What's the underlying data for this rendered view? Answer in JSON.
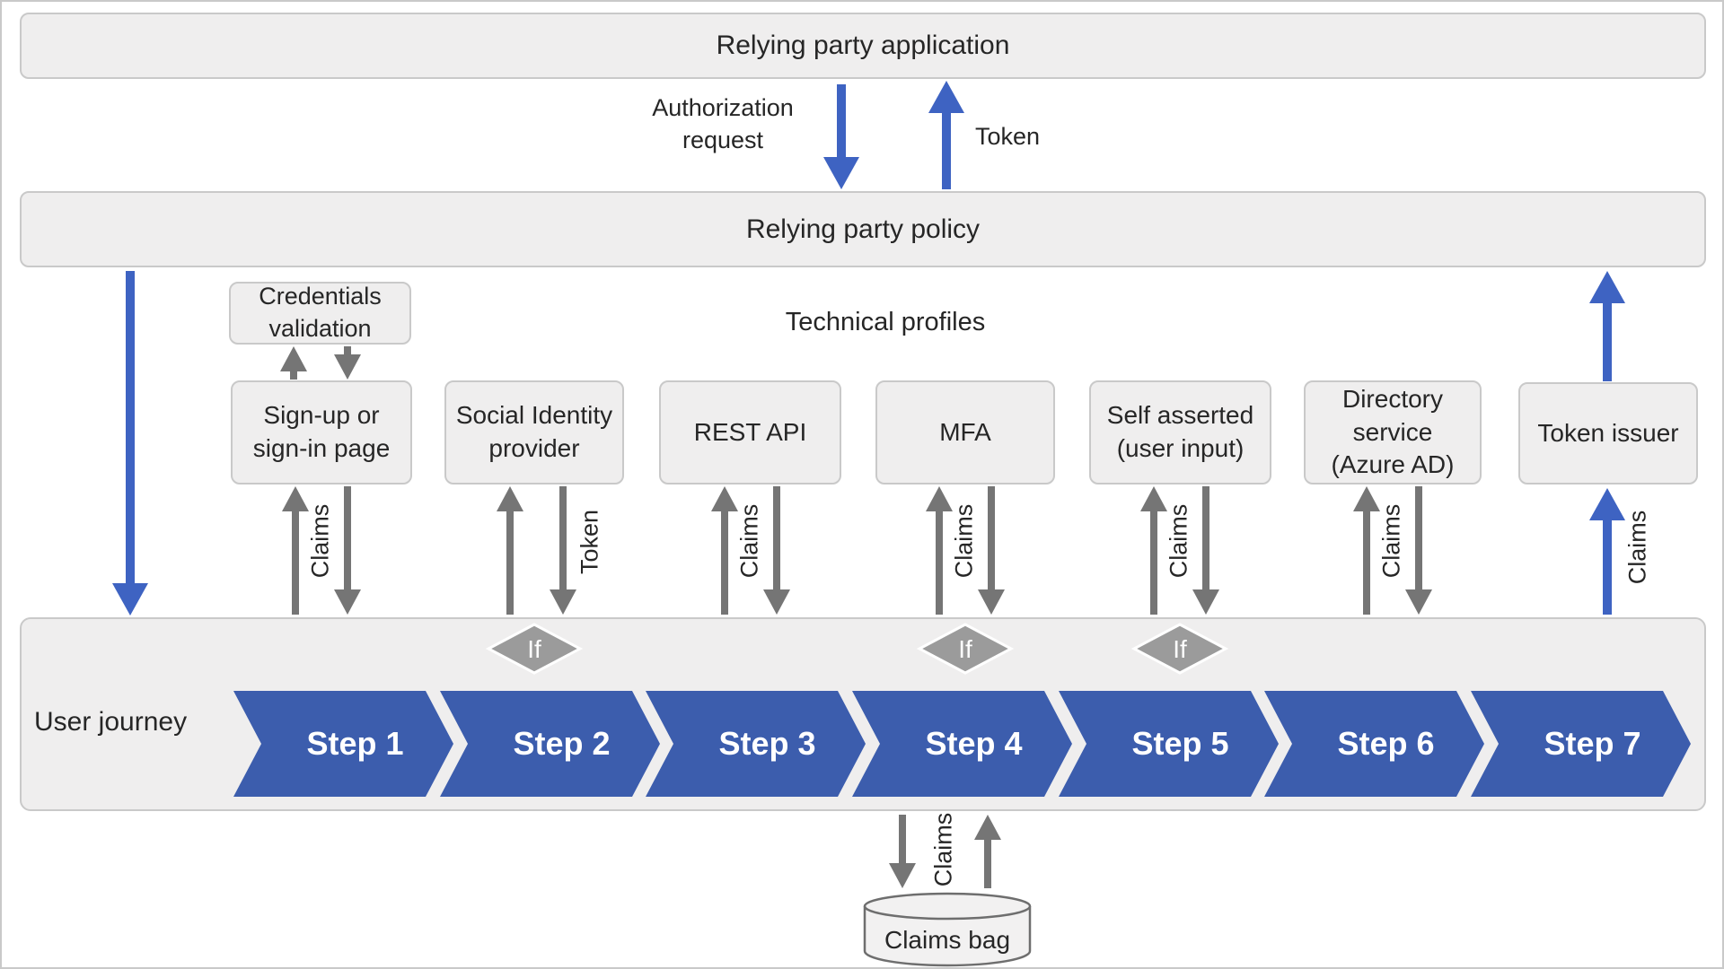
{
  "colors": {
    "chevron_blue": "#3c5dad",
    "arrow_blue": "#3e63c2",
    "gray_arrow": "#757575",
    "box_fill": "#efeeee",
    "box_border": "#c9c9c9",
    "diamond": "#9b9b9b",
    "text": "#262626"
  },
  "app_bar": {
    "label": "Relying party application"
  },
  "flow_top": {
    "authorization_request": "Authorization request",
    "token": "Token"
  },
  "policy_bar": {
    "label": "Relying party policy"
  },
  "technical_profiles": {
    "title": "Technical profiles",
    "credentials_box": "Credentials validation",
    "boxes": [
      {
        "label": "Sign-up or sign-in page",
        "arrow_label": "Claims"
      },
      {
        "label": "Social Identity provider",
        "arrow_label": "Token"
      },
      {
        "label": "REST API",
        "arrow_label": "Claims"
      },
      {
        "label": "MFA",
        "arrow_label": "Claims"
      },
      {
        "label": "Self asserted (user input)",
        "arrow_label": "Claims"
      },
      {
        "label": "Directory service (Azure AD)",
        "arrow_label": "Claims"
      },
      {
        "label": "Token issuer",
        "arrow_label": "Claims"
      }
    ]
  },
  "user_journey": {
    "label": "User journey",
    "if_label": "If",
    "steps": [
      "Step 1",
      "Step 2",
      "Step 3",
      "Step 4",
      "Step 5",
      "Step 6",
      "Step 7"
    ]
  },
  "claims_bag": {
    "label": "Claims bag",
    "arrow_label": "Claims"
  }
}
